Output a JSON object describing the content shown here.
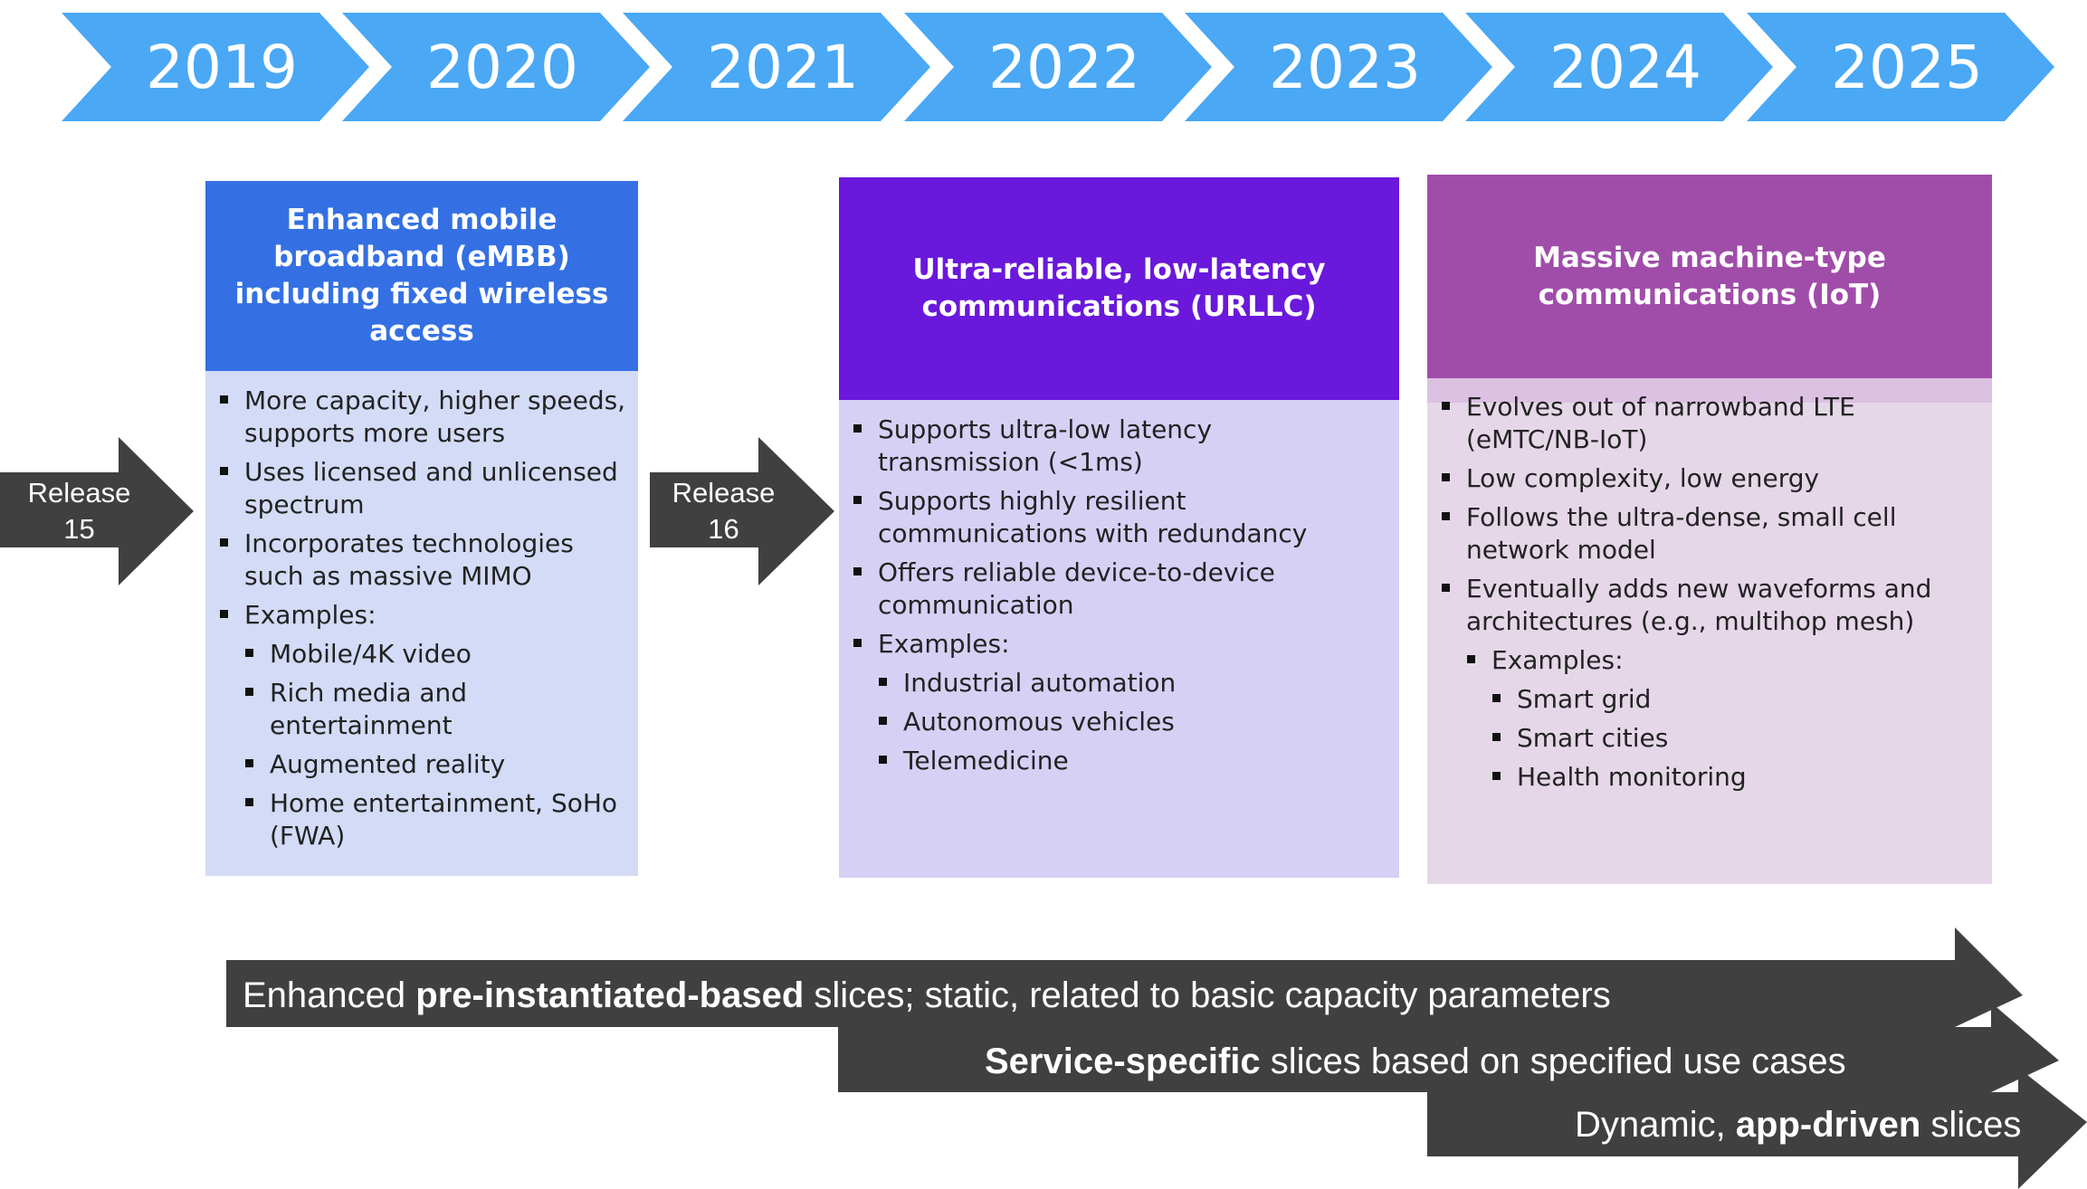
{
  "timeline": {
    "years": [
      "2019",
      "2020",
      "2021",
      "2022",
      "2023",
      "2024",
      "2025"
    ],
    "color": "#4aa8f5"
  },
  "releases": [
    {
      "line1": "Release",
      "line2": "15"
    },
    {
      "line1": "Release",
      "line2": "16"
    }
  ],
  "cards": [
    {
      "title": "Enhanced mobile broadband (eMBB) including fixed wireless access",
      "header_color": "#3470e3",
      "body_color": "#d3dbf6",
      "bullets": [
        "More capacity, higher speeds, supports more users",
        "Uses licensed and unlicensed spectrum",
        "Incorporates technologies such as massive MIMO",
        "Examples:"
      ],
      "examples": [
        "Mobile/4K video",
        "Rich media and entertainment",
        "Augmented reality",
        "Home entertainment, SoHo (FWA)"
      ]
    },
    {
      "title": "Ultra-reliable, low-latency communications (URLLC)",
      "header_color": "#6a18db",
      "body_color": "#d6d0f5",
      "bullets": [
        "Supports ultra-low latency transmission (<1ms)",
        "Supports highly resilient communications with redundancy",
        "Offers reliable device-to-device communication",
        "Examples:"
      ],
      "examples": [
        "Industrial automation",
        "Autonomous vehicles",
        "Telemedicine"
      ]
    },
    {
      "title": "Massive machine-type communications (IoT)",
      "header_color": "#a04daa",
      "body_color": "#e5d7e8",
      "bullets": [
        "Evolves out of narrowband LTE (eMTC/NB-IoT)",
        "Low complexity, low energy",
        "Follows the ultra-dense, small cell network model",
        "Eventually adds new waveforms and architectures (e.g., multihop mesh)"
      ],
      "sub_bullet": "Examples:",
      "examples": [
        "Smart grid",
        "Smart cities",
        "Health monitoring"
      ]
    }
  ],
  "slices": [
    {
      "pre": "Enhanced ",
      "bold": "pre-instantiated-based",
      "post": " slices; static, related to basic capacity parameters"
    },
    {
      "pre": "",
      "bold": "Service-specific",
      "post": " slices based on specified use cases"
    },
    {
      "pre": "Dynamic, ",
      "bold": "app-driven",
      "post": " slices"
    }
  ],
  "colors": {
    "dark_arrow": "#404040"
  }
}
